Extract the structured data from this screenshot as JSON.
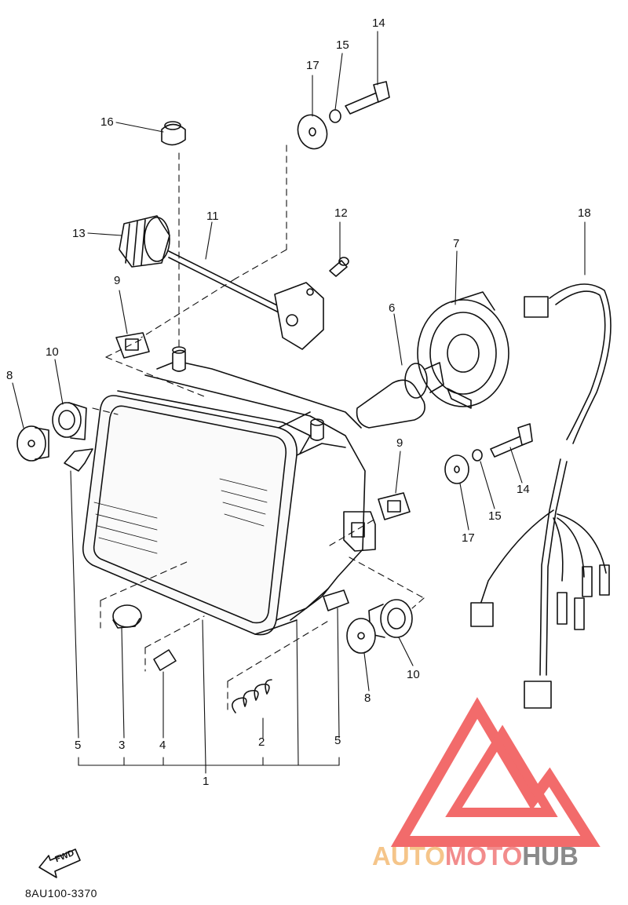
{
  "diagram": {
    "catalog_code": "8AU100-3370",
    "fwd_label": "FWD",
    "callouts": {
      "c14a": "14",
      "c15a": "15",
      "c17a": "17",
      "c16": "16",
      "c13": "13",
      "c11": "11",
      "c12": "12",
      "c18": "18",
      "c7": "7",
      "c6": "6",
      "c9a": "9",
      "c10a": "10",
      "c8a": "8",
      "c9b": "9",
      "c14b": "14",
      "c15b": "15",
      "c17b": "17",
      "c10b": "10",
      "c8b": "8",
      "c5a": "5",
      "c3": "3",
      "c4": "4",
      "c2": "2",
      "c5b": "5",
      "c1": "1"
    }
  },
  "watermark": {
    "part1": "AUTO",
    "part2": "MOTO",
    "part3": "HUB",
    "colors": {
      "auto": "#f5c58a",
      "moto": "#f28c8c",
      "hub": "#8a8a8a",
      "logo": "#f26b6b"
    }
  }
}
